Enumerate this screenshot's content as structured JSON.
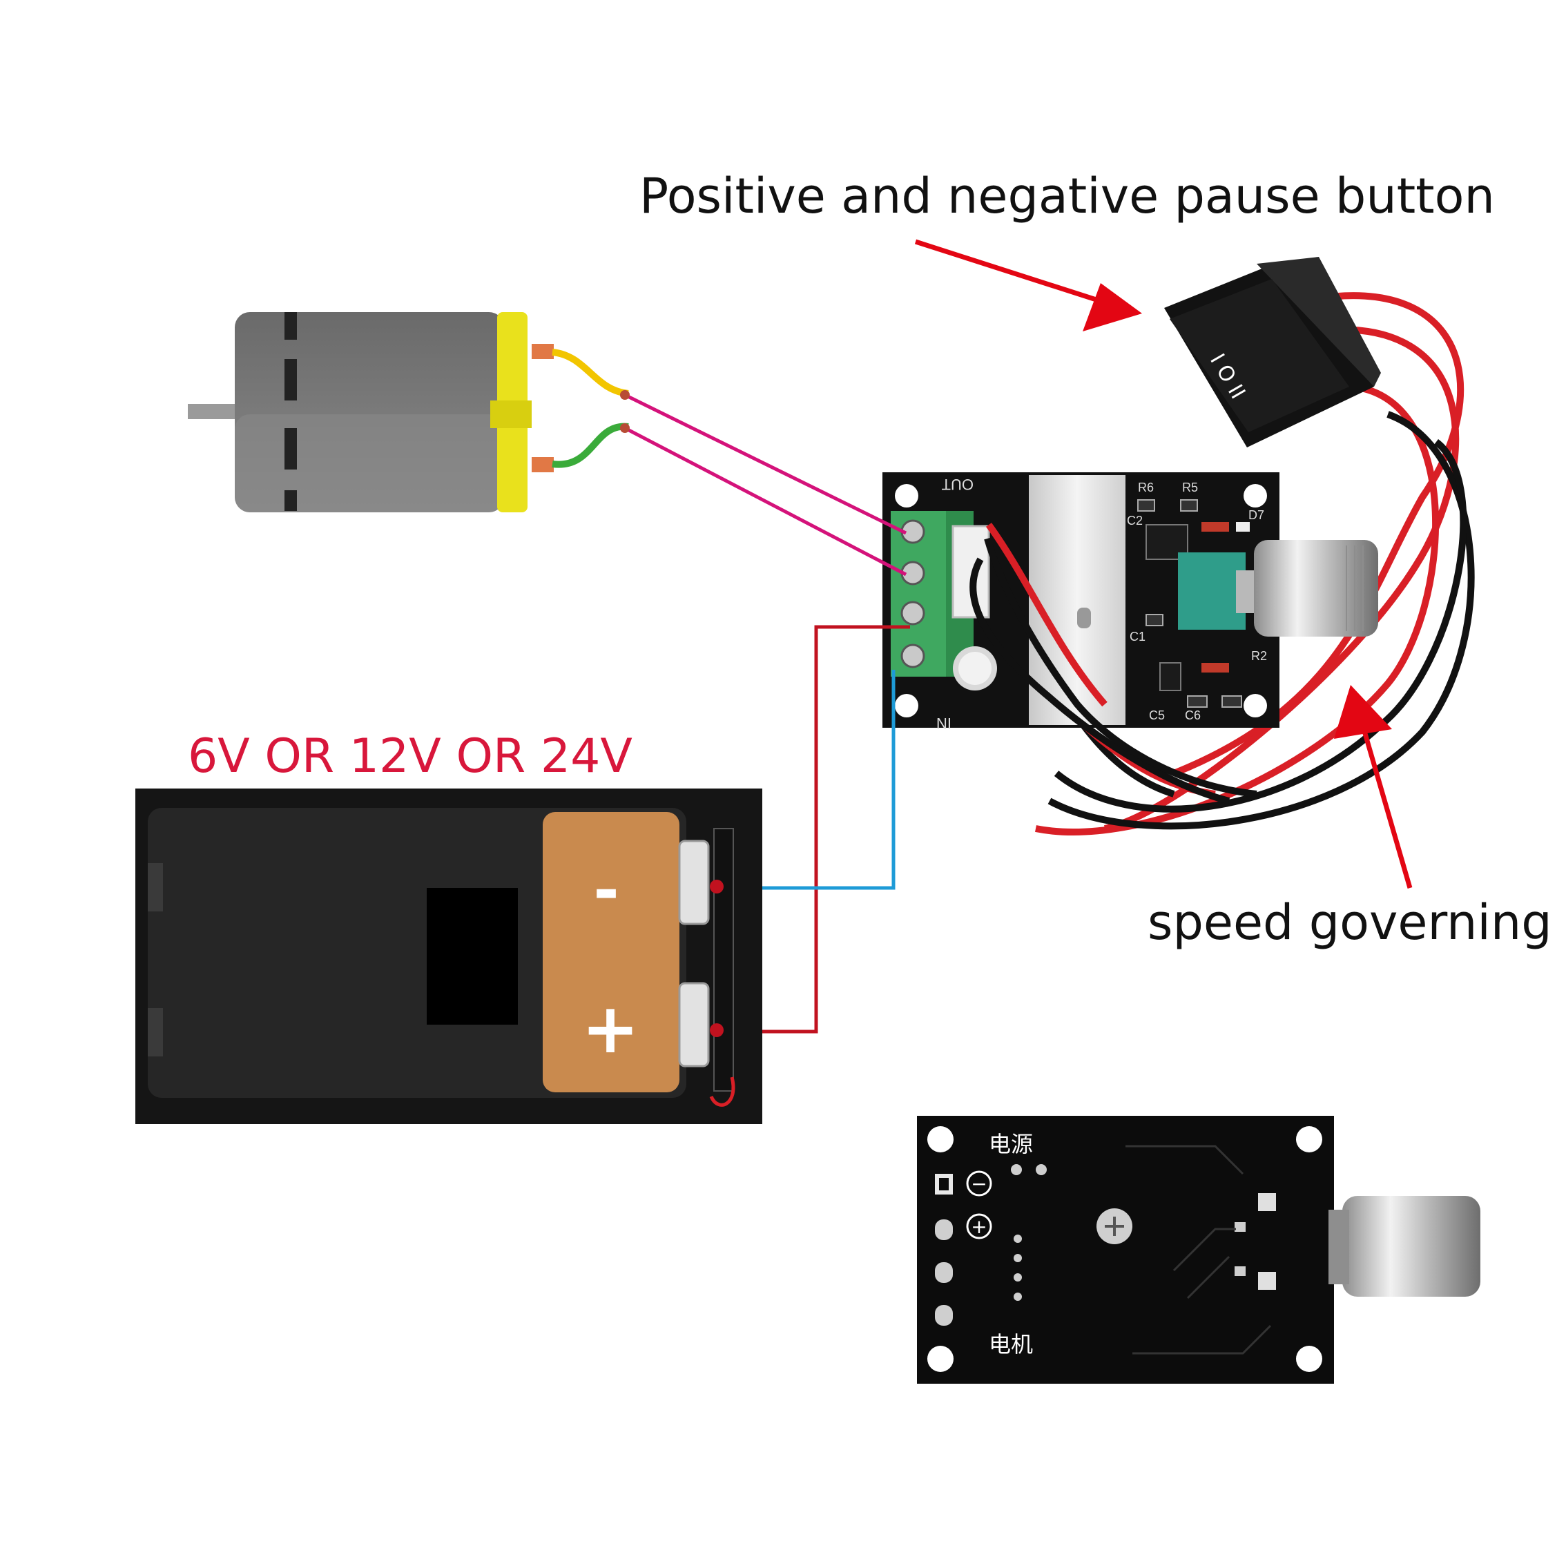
{
  "labels": {
    "switch_callout": "Positive and negative pause button",
    "voltage_callout": "6V OR 12V OR 24V",
    "speed_callout": "speed governing"
  },
  "switch": {
    "marks": "I O II"
  },
  "front_board": {
    "out_label": "OUT",
    "in_label": "IN",
    "components": [
      "R6",
      "R5",
      "C2",
      "D7",
      "C1",
      "R2",
      "C5",
      "C6"
    ]
  },
  "back_board": {
    "power_label": "电源",
    "motor_label": "电机",
    "minus_symbol": "−",
    "plus_symbol": "+"
  },
  "battery": {
    "minus_symbol": "-",
    "plus_symbol": "+"
  },
  "colors": {
    "arrow": "#e30613",
    "voltage_text": "#d8173b",
    "wire_positive": "#c1121f",
    "wire_negative": "#1e9bd7",
    "wire_motor": "#d4127a",
    "motor_endcap": "#e9e11c",
    "battery_wrap": "#c98a4e"
  }
}
